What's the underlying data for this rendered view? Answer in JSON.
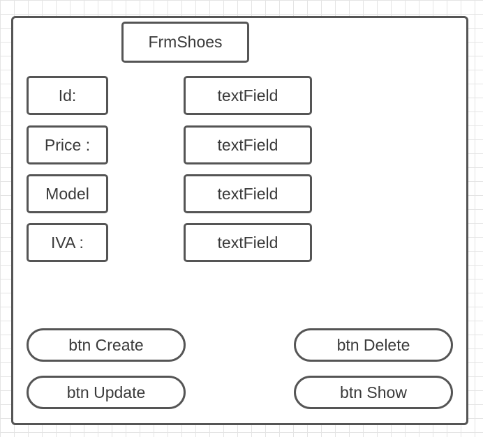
{
  "form": {
    "title": "FrmShoes",
    "labels": [
      "Id:",
      "Price :",
      "Model",
      "IVA :"
    ],
    "fields": [
      "textField",
      "textField",
      "textField",
      "textField"
    ],
    "buttons": {
      "create": "btn Create",
      "delete": "btn Delete",
      "update": "btn Update",
      "show": "btn Show"
    }
  },
  "colors": {
    "border": "#555555",
    "text": "#3a3a3a",
    "grid": "#e4e4e4"
  }
}
